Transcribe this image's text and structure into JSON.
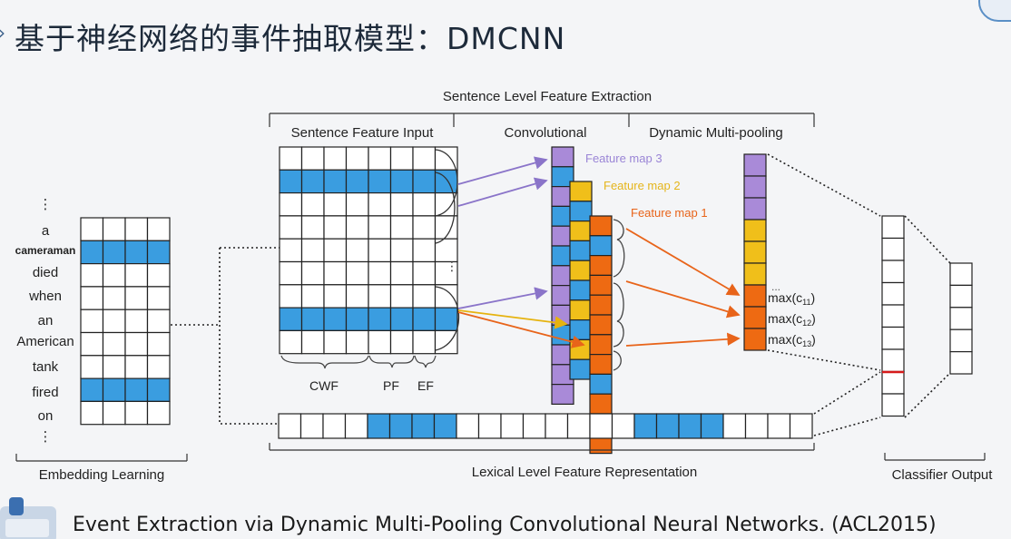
{
  "title": "基于神经网络的事件抽取模型：DMCNN",
  "citation": "Event Extraction via Dynamic Multi-Pooling Convolutional Neural Networks. (ACL2015)",
  "labels": {
    "sentence_level": "Sentence Level Feature Extraction",
    "sentence_feature_input": "Sentence Feature Input",
    "convolutional": "Convolutional",
    "dynamic_multipooling": "Dynamic Multi-pooling",
    "feature_map_3": "Feature map 3",
    "feature_map_2": "Feature map 2",
    "feature_map_1": "Feature map 1",
    "cwf": "CWF",
    "pf": "PF",
    "ef": "EF",
    "max1": "max(c",
    "max2": "max(c",
    "max3": "max(c",
    "sub1": "11",
    "sub2": "12",
    "sub3": "13",
    "ellipsis_small": "...",
    "embedding_learning": "Embedding Learning",
    "lexical_level": "Lexical Level Feature Representation",
    "classifier_output": "Classifier Output"
  },
  "words": [
    "⋮",
    "a",
    "cameraman",
    "died",
    "when",
    "an",
    "American",
    "tank",
    "fired",
    "on",
    "⋮"
  ],
  "colors": {
    "blue": "#3a9de0",
    "purple": "#a98ad8",
    "yellow": "#f0bf1a",
    "orange": "#ee6a12",
    "feature_map_3_text": "#9a85d6",
    "feature_map_2_text": "#e5b51b",
    "feature_map_1_text": "#e8641a"
  }
}
